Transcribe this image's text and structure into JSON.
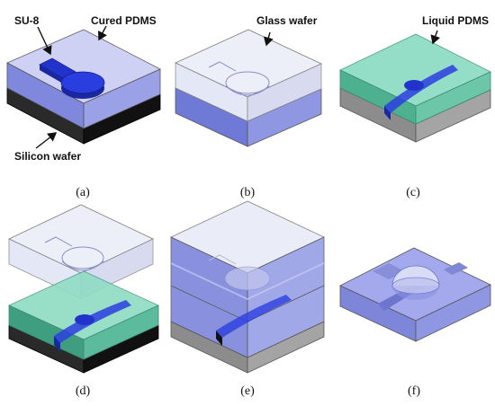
{
  "callouts": {
    "su8": "SU-8",
    "cured_pdms": "Cured PDMS",
    "silicon_wafer": "Silicon wafer",
    "glass_wafer": "Glass wafer",
    "liquid_pdms": "Liquid PDMS"
  },
  "captions": [
    "(a)",
    "(b)",
    "(c)",
    "(d)",
    "(e)",
    "(f)"
  ],
  "colors": {
    "pdms_blue": "#8a93e0",
    "glass": "#d8dcf0",
    "liquid_pdms": "#5fc4a8",
    "su8": "#2233cc",
    "silicon": "#1a1a1a",
    "glass_base": "#9a9a9a"
  }
}
